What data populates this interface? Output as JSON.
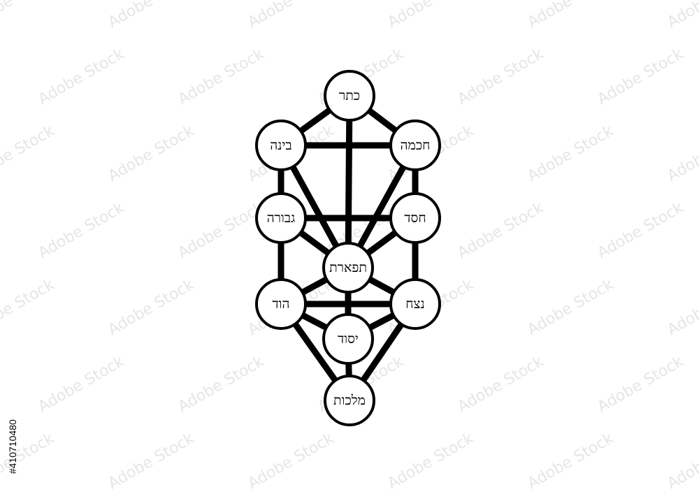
{
  "stock_id": "#410710480",
  "watermark_text": "Adobe Stock",
  "colors": {
    "background": "#ffffff",
    "ink": "#000000",
    "watermark": "#e6e6e6"
  },
  "nodes": [
    {
      "id": "keter",
      "label": "כתר"
    },
    {
      "id": "binah",
      "label": "בינה"
    },
    {
      "id": "chokhmah",
      "label": "חכמה"
    },
    {
      "id": "gevurah",
      "label": "גבורה"
    },
    {
      "id": "chesed",
      "label": "חסד"
    },
    {
      "id": "tiferet",
      "label": "תפארת"
    },
    {
      "id": "hod",
      "label": "הוד"
    },
    {
      "id": "netzach",
      "label": "נצח"
    },
    {
      "id": "yesod",
      "label": "יסוד"
    },
    {
      "id": "malkhut",
      "label": "מלכות"
    }
  ],
  "paths": [
    [
      "keter",
      "binah"
    ],
    [
      "keter",
      "chokhmah"
    ],
    [
      "keter",
      "tiferet"
    ],
    [
      "binah",
      "chokhmah"
    ],
    [
      "binah",
      "gevurah"
    ],
    [
      "binah",
      "tiferet"
    ],
    [
      "chokhmah",
      "chesed"
    ],
    [
      "chokhmah",
      "tiferet"
    ],
    [
      "gevurah",
      "chesed"
    ],
    [
      "gevurah",
      "tiferet"
    ],
    [
      "gevurah",
      "hod"
    ],
    [
      "chesed",
      "tiferet"
    ],
    [
      "chesed",
      "netzach"
    ],
    [
      "tiferet",
      "hod"
    ],
    [
      "tiferet",
      "netzach"
    ],
    [
      "tiferet",
      "yesod"
    ],
    [
      "hod",
      "netzach"
    ],
    [
      "hod",
      "yesod"
    ],
    [
      "hod",
      "malkhut"
    ],
    [
      "netzach",
      "yesod"
    ],
    [
      "netzach",
      "malkhut"
    ],
    [
      "yesod",
      "malkhut"
    ]
  ]
}
